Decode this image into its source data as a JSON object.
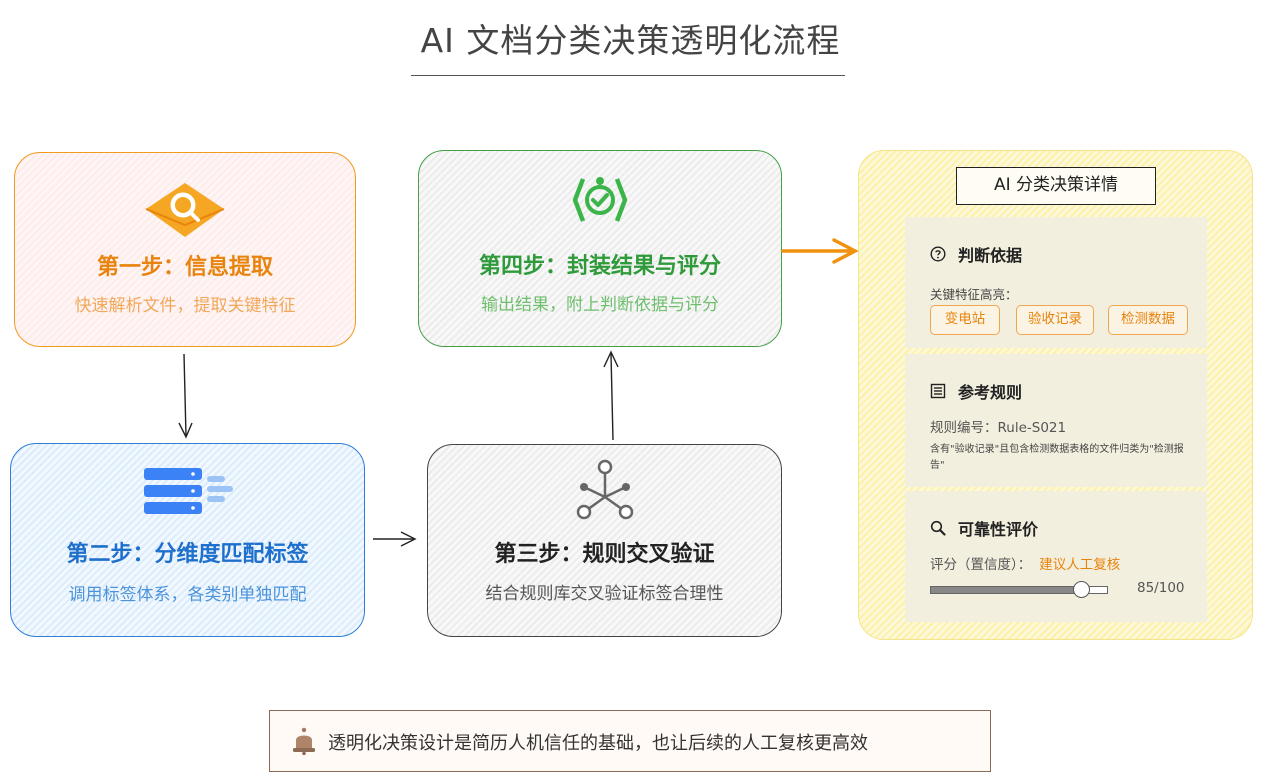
{
  "title": "AI 文档分类决策透明化流程",
  "steps": {
    "s1": {
      "heading": "第一步：信息提取",
      "sub": "快速解析文件，提取关键特征"
    },
    "s2": {
      "heading": "第二步：分维度匹配标签",
      "sub": "调用标签体系，各类别单独匹配"
    },
    "s3": {
      "heading": "第三步：规则交叉验证",
      "sub": "结合规则库交叉验证标签合理性"
    },
    "s4": {
      "heading": "第四步：封装结果与评分",
      "sub": "输出结果，附上判断依据与评分"
    }
  },
  "panel": {
    "title": "AI 分类决策详情",
    "basis": {
      "heading": "判断依据",
      "label": "关键特征高亮：",
      "tags": [
        "变电站",
        "验收记录",
        "检测数据"
      ]
    },
    "rules": {
      "heading": "参考规则",
      "rule_id": "规则编号：Rule-S021",
      "rule_text": "含有\"验收记录\"且包含检测数据表格的文件归类为\"检测报告\""
    },
    "reliability": {
      "heading": "可靠性评价",
      "label": "评分（置信度）：",
      "advice": "建议人工复核",
      "score_text": "85/100",
      "score_value": 85
    }
  },
  "footer": "透明化决策设计是简历人机信任的基础，也让后续的人工复核更高效",
  "colors": {
    "orange": "#e8840e",
    "blue": "#1f6fcc",
    "green": "#2e9a3a"
  },
  "icons": [
    "search-mail-icon",
    "server-list-icon",
    "network-node-icon",
    "verified-check-icon",
    "help-circle-icon",
    "document-list-icon",
    "magnifier-icon",
    "bell-icon"
  ]
}
